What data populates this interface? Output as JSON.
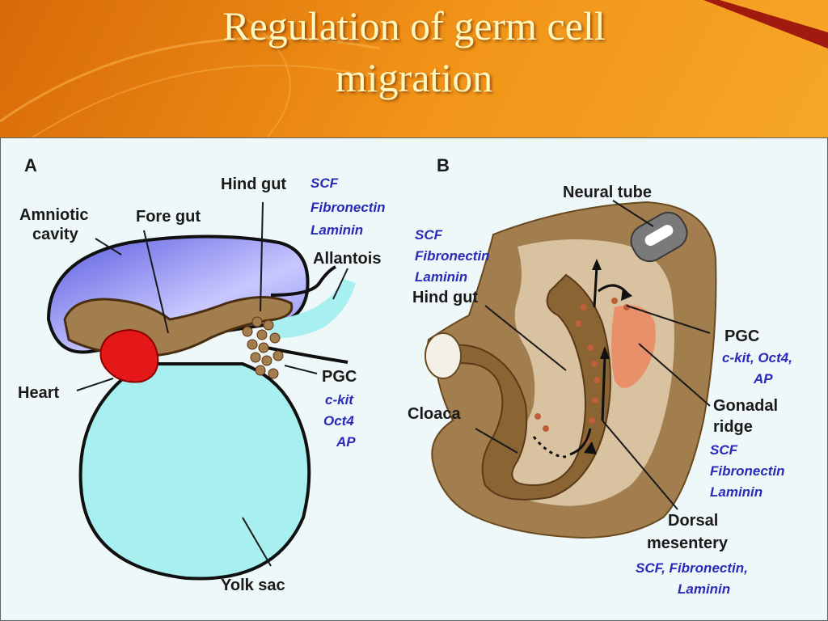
{
  "slide": {
    "title_line1": "Regulation of germ cell",
    "title_line2": "migration"
  },
  "colors": {
    "title": "#fff7c0",
    "background": "#f0a020",
    "figure_bg": "#eef8f8",
    "amnion": "#6a6ae8",
    "yolk_sac": "#a8f0f0",
    "gut": "#a27d4e",
    "heart": "#e41818",
    "molecule_text": "#2a2ab8"
  },
  "panel_a": {
    "panel_label": "A",
    "amniotic_cavity_1": "Amniotic",
    "amniotic_cavity_2": "cavity",
    "fore_gut": "Fore gut",
    "hind_gut": "Hind gut",
    "hind_gut_molecules": [
      "SCF",
      "Fibronectin",
      "Laminin"
    ],
    "allantois": "Allantois",
    "heart": "Heart",
    "pgc": "PGC",
    "pgc_markers": [
      "c-kit",
      "Oct4",
      "AP"
    ],
    "yolk_sac": "Yolk sac"
  },
  "panel_b": {
    "panel_label": "B",
    "neural_tube": "Neural tube",
    "hind_gut_molecules": [
      "SCF",
      "Fibronectin",
      "Laminin"
    ],
    "hind_gut": "Hind gut",
    "pgc": "PGC",
    "pgc_markers_1": "c-kit, Oct4,",
    "pgc_markers_2": "AP",
    "gonadal_ridge_1": "Gonadal",
    "gonadal_ridge_2": "ridge",
    "gonadal_molecules": [
      "SCF",
      "Fibronectin",
      "Laminin"
    ],
    "cloaca": "Cloaca",
    "dorsal_mesentery_1": "Dorsal",
    "dorsal_mesentery_2": "mesentery",
    "mesentery_molecules_1": "SCF, Fibronectin,",
    "mesentery_molecules_2": "Laminin"
  }
}
